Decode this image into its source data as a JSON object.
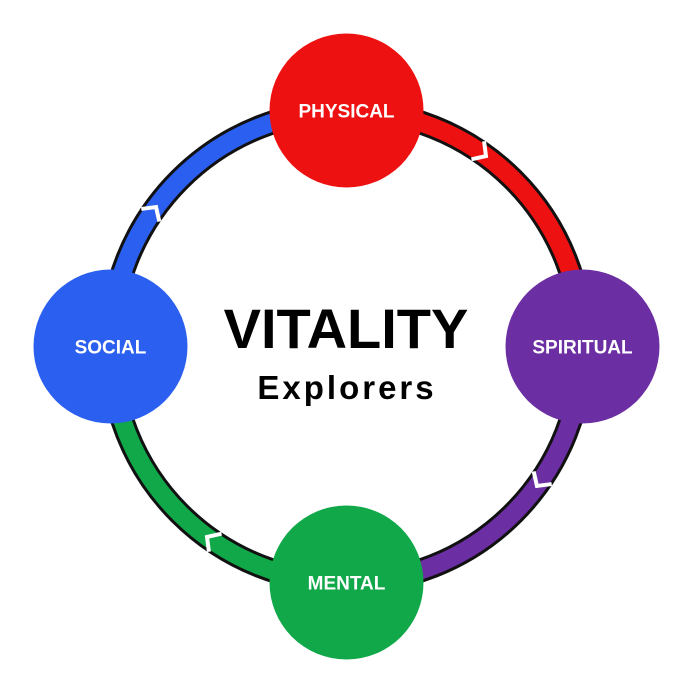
{
  "center": {
    "title": "VITALITY",
    "subtitle": "Explorers"
  },
  "nodes": [
    {
      "id": "physical",
      "label": "PHYSICAL",
      "color": "#ee1111"
    },
    {
      "id": "spiritual",
      "label": "SPIRITUAL",
      "color": "#6b2ea3"
    },
    {
      "id": "mental",
      "label": "MENTAL",
      "color": "#11a84a"
    },
    {
      "id": "social",
      "label": "SOCIAL",
      "color": "#2b5ff0"
    }
  ],
  "arcs": [
    {
      "from": "physical",
      "to": "spiritual",
      "color": "#ee1111",
      "icon": "chevron-right-icon"
    },
    {
      "from": "spiritual",
      "to": "mental",
      "color": "#6b2ea3",
      "icon": "chevron-down-icon"
    },
    {
      "from": "mental",
      "to": "social",
      "color": "#11a84a",
      "icon": "chevron-left-icon"
    },
    {
      "from": "social",
      "to": "physical",
      "color": "#2b5ff0",
      "icon": "chevron-up-icon"
    }
  ]
}
